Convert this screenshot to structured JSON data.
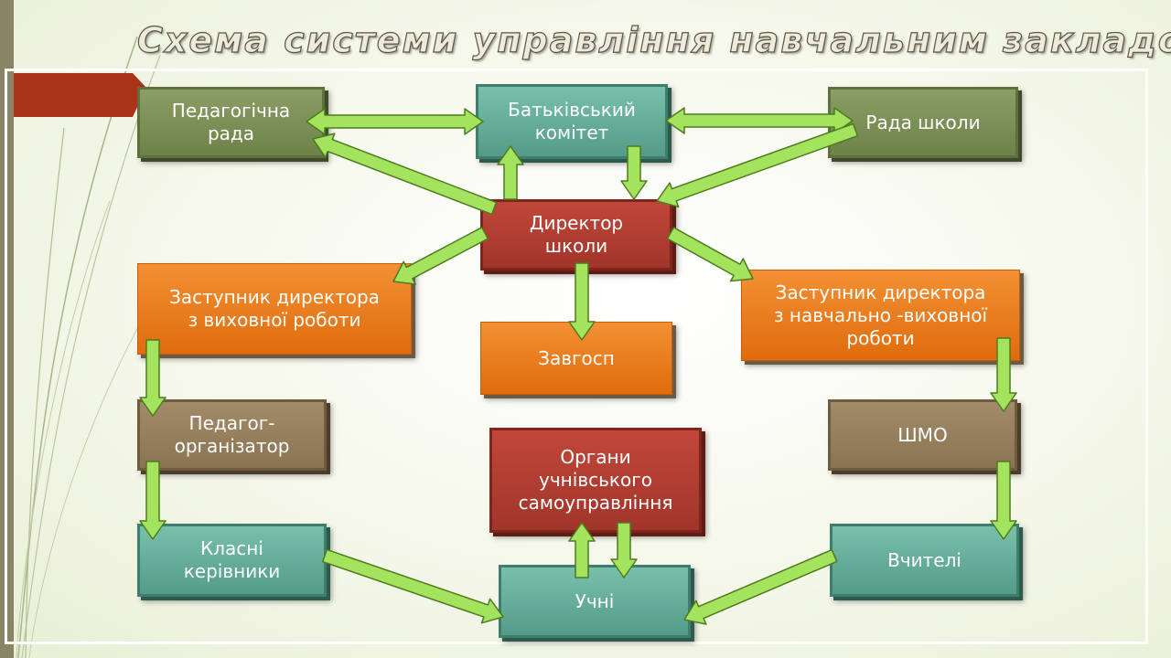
{
  "title": "Схема системи управління навчальним закладом",
  "colors": {
    "olive": "#7a8f57",
    "teal": "#66b09a",
    "red": "#b03d31",
    "orange": "#ea7d1e",
    "brown": "#978060",
    "arrow_fill": "#a3e35d",
    "arrow_stroke": "#4e7a1f"
  },
  "nodes": {
    "ped_rada": "Педагогічна\nрада",
    "bat_komitet": "Батьківський\nкомітет",
    "rada_shkoly": "Рада школи",
    "director": "Директор\nшколи",
    "zast_vykhovna": "Заступник директора\nз виховної роботи",
    "zavhosp": "Завгосп",
    "zast_navch": "Заступник директора\nз навчально -виховної\nроботи",
    "ped_org": "Педагог-\nорганізатор",
    "shmo": "ШМО",
    "orhany": "Органи\nучнівського\nсамоуправління",
    "klasni": "Класні\nкерівники",
    "vchyteli": "Вчителі",
    "uchni": "Учні"
  }
}
